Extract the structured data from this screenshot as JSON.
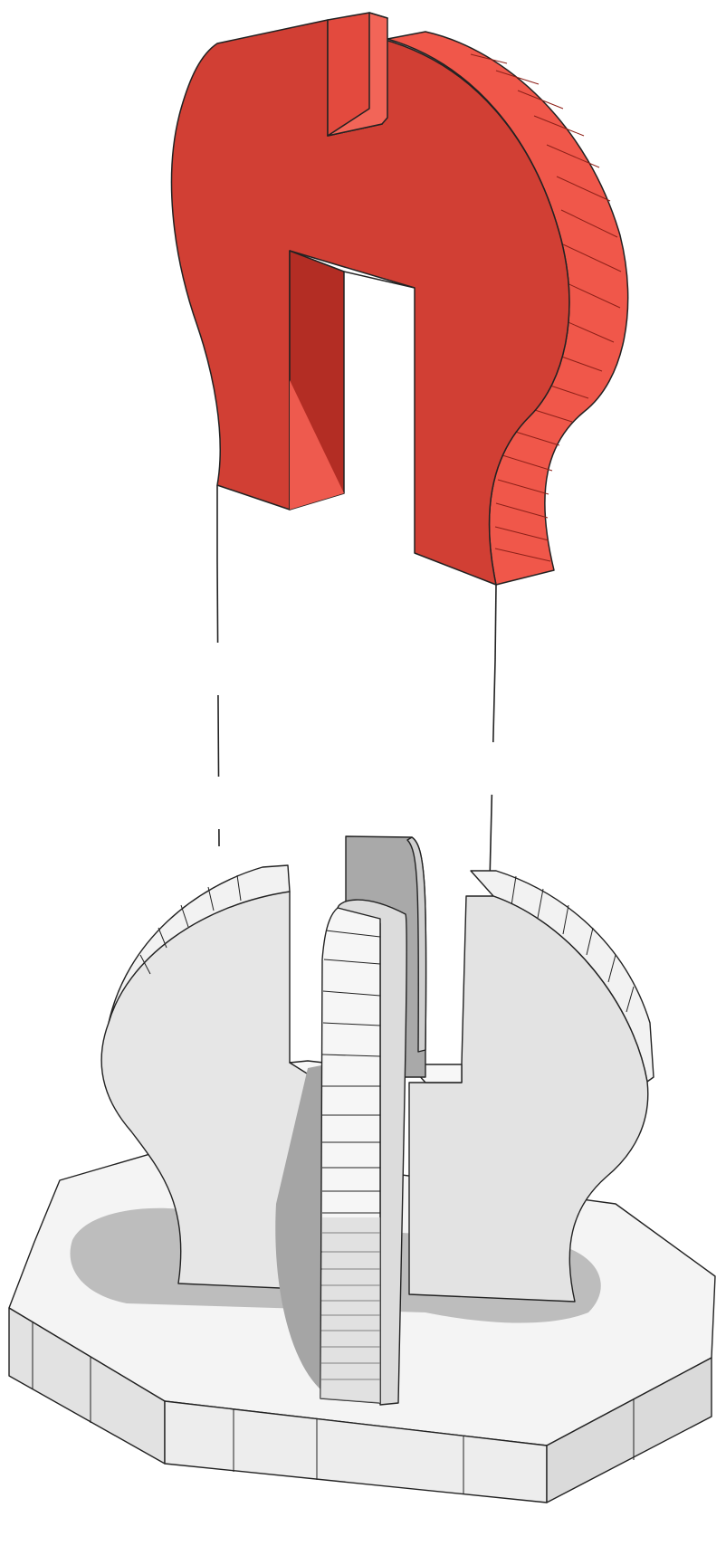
{
  "diagram": {
    "parts": [
      {
        "id": "top-piece",
        "shape": "keyhole-shaped slab with slot",
        "color": "#d33a2f"
      },
      {
        "id": "bottom-assembly",
        "shape": "split keyhole block with central disc on octagonal base",
        "color": "#e6e6e6"
      }
    ],
    "connectors": [
      {
        "id": "left-guide",
        "style": "dashed"
      },
      {
        "id": "right-guide",
        "style": "dashed"
      }
    ],
    "palette": {
      "red_front": "#d13f34",
      "red_dark": "#b32d24",
      "red_side": "#f0574a",
      "gray_light": "#ececec",
      "gray_mid": "#d4d4d4",
      "gray_dark": "#a9a9a9",
      "shadow": "#bdbdbd",
      "outline": "#222222"
    }
  }
}
